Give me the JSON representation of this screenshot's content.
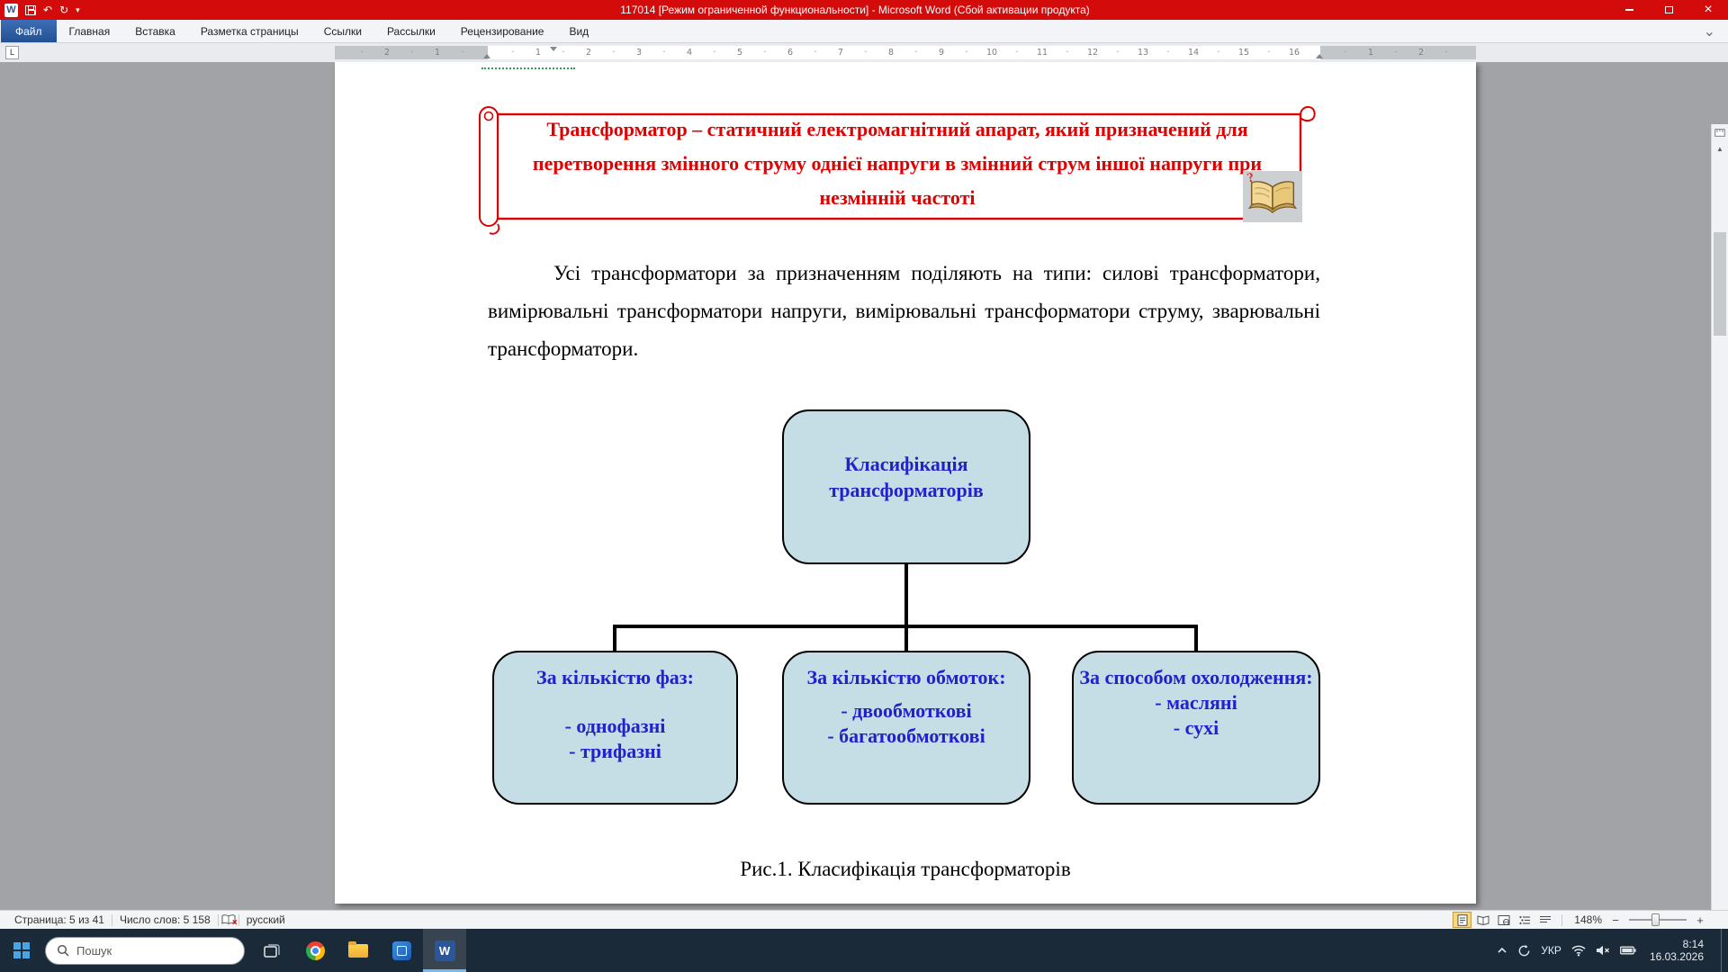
{
  "window": {
    "title": "117014 [Режим ограниченной функциональности] - Microsoft Word (Сбой активации продукта)",
    "titlebar_color": "#d30b0b",
    "accent_blue": "#2b579a"
  },
  "icons": {
    "word_logo": "W",
    "undo": "↶",
    "repeat": "↻",
    "menu_down": "▾",
    "ribbon_collapse": "⌄",
    "close": "×",
    "tab_stop": "L",
    "scroll_up": "▲",
    "scroll_down": "▼",
    "browse_dot": "●",
    "prev_page": "▲▲",
    "next_page": "▼▼"
  },
  "ribbon": {
    "tabs": [
      {
        "label": "Файл",
        "active": true
      },
      {
        "label": "Главная",
        "active": false
      },
      {
        "label": "Вставка",
        "active": false
      },
      {
        "label": "Разметка страницы",
        "active": false
      },
      {
        "label": "Ссылки",
        "active": false
      },
      {
        "label": "Рассылки",
        "active": false
      },
      {
        "label": "Рецензирование",
        "active": false
      },
      {
        "label": "Вид",
        "active": false
      }
    ]
  },
  "ruler": {
    "left_numbers": [
      "2",
      "1"
    ],
    "text_numbers": [
      "1",
      "2",
      "3",
      "4",
      "5",
      "6",
      "7",
      "8",
      "9",
      "10",
      "11",
      "12",
      "13",
      "14",
      "15",
      "16"
    ],
    "right_numbers": [
      "1",
      "2"
    ],
    "tick": "·"
  },
  "doc": {
    "banner": {
      "lines": [
        "Трансформатор – статичний електромагнітний апарат, який призначений для",
        "перетворення змінного струму однієї напруги в змінний струм іншої напруги при",
        "незмінній частоті"
      ],
      "text_color": "#e00000",
      "border_color": "#dd0000"
    },
    "book_mark": "?",
    "paragraph": "Усі трансформатори за призначенням поділяють на типи: силові трансформатори, вимірювальні трансформатори напруги, вимірювальні трансформатори струму, зварювальні трансформатори.",
    "diagram": {
      "root": {
        "lines": [
          "Класифікація",
          "трансформаторів"
        ]
      },
      "boxes": [
        {
          "title": "За кількістю фаз:",
          "items": [
            "- однофазні",
            "- трифазні"
          ]
        },
        {
          "title": "За кількістю обмоток:",
          "items": [
            "- двообмоткові",
            "- багатообмоткові"
          ]
        },
        {
          "title": "За способом охолодження:",
          "items": [
            "- масляні",
            "- сухі"
          ]
        }
      ],
      "box_fill": "#c5dde4",
      "text_color": "#2222cc"
    },
    "caption": "Рис.1. Класифікація трансформаторів"
  },
  "status": {
    "page": "Страница: 5 из 41",
    "words": "Число слов: 5 158",
    "language": "русский",
    "zoom": "148%",
    "zoom_minus": "−",
    "zoom_plus": "+",
    "spell_error_mark": "×"
  },
  "taskbar": {
    "search_placeholder": "Пошук",
    "tray": {
      "language": "УКР",
      "time": "8:14",
      "date": "16.03.2026"
    }
  }
}
